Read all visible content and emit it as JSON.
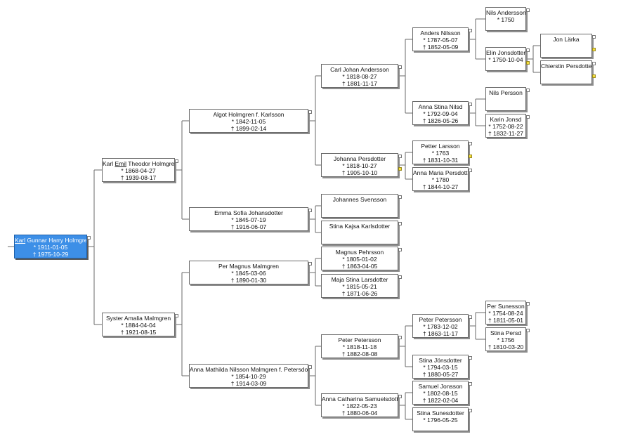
{
  "persons": [
    {
      "id": "p0",
      "pre": "",
      "u": "Karl",
      "post": " Gunnar Harry Holmgren",
      "birth": "* 1911-01-05",
      "death": "† 1975-10-29",
      "selected": true
    },
    {
      "id": "p1",
      "pre": "Karl ",
      "u": "Emil",
      "post": " Theodor Holmgren",
      "birth": "* 1868-04-27",
      "death": "† 1939-08-17"
    },
    {
      "id": "p2",
      "name": "Syster Amalia Malmgren",
      "birth": "* 1884-04-04",
      "death": "† 1921-08-15"
    },
    {
      "id": "p3",
      "name": "Algot Holmgren f. Karlsson",
      "birth": "* 1842-11-05",
      "death": "† 1899-02-14"
    },
    {
      "id": "p4",
      "name": "Emma Sofia Johansdotter",
      "birth": "* 1845-07-19",
      "death": "† 1916-06-07"
    },
    {
      "id": "p5",
      "name": "Per Magnus Malmgren",
      "birth": "* 1845-03-06",
      "death": "† 1890-01-30"
    },
    {
      "id": "p6",
      "name": "Anna Mathilda Nilsson Malmgren f. Petersdotter",
      "birth": "* 1854-10-29",
      "death": "† 1914-03-09"
    },
    {
      "id": "p7",
      "name": "Carl Johan Andersson",
      "birth": "* 1818-08-27",
      "death": "† 1881-11-17"
    },
    {
      "id": "p8",
      "name": "Johanna Persdotter",
      "birth": "* 1818-10-27",
      "death": "† 1905-10-10"
    },
    {
      "id": "p9",
      "name": "Johannes Svensson",
      "birth": "",
      "death": ""
    },
    {
      "id": "p10",
      "name": "Stina Kajsa Karlsdotter",
      "birth": "",
      "death": ""
    },
    {
      "id": "p11",
      "name": "Magnus Pehrsson",
      "birth": "* 1805-01-02",
      "death": "† 1863-04-05"
    },
    {
      "id": "p12",
      "name": "Maja Stina Larsdotter",
      "birth": "* 1815-05-21",
      "death": "† 1871-06-26"
    },
    {
      "id": "p13",
      "name": "Peter Petersson",
      "birth": "* 1818-11-18",
      "death": "† 1882-08-08"
    },
    {
      "id": "p14",
      "name": "Anna Catharina Samuelsdotter",
      "birth": "* 1822-05-23",
      "death": "† 1880-06-04"
    },
    {
      "id": "p15",
      "name": "Anders Nilsson",
      "birth": "* 1787-05-07",
      "death": "† 1852-05-09"
    },
    {
      "id": "p16",
      "name": "Anna Stina Nilsd",
      "birth": "* 1792-09-04",
      "death": "† 1826-05-26"
    },
    {
      "id": "p17",
      "name": "Petter Larsson",
      "birth": "* 1763",
      "death": "† 1831-10-31"
    },
    {
      "id": "p18",
      "name": "Anna Maria Persdotter",
      "birth": "* 1780",
      "death": "† 1844-10-27"
    },
    {
      "id": "p23",
      "name": "Peter Petersson",
      "birth": "* 1783-12-02",
      "death": "† 1863-11-17"
    },
    {
      "id": "p24",
      "name": "Stina Jönsdotter",
      "birth": "* 1794-03-15",
      "death": "† 1880-05-27"
    },
    {
      "id": "p27",
      "name": "Samuel Jonsson",
      "birth": "* 1802-08-15",
      "death": "† 1822-02-04"
    },
    {
      "id": "p28",
      "name": "Stina Sunesdotter",
      "birth": "* 1796-05-25",
      "death": ""
    },
    {
      "id": "p31",
      "name": "Nils Andersson",
      "birth": "* 1750",
      "death": ""
    },
    {
      "id": "p32",
      "name": "Elin Jonsdotter",
      "birth": "* 1750-10-04",
      "death": ""
    },
    {
      "id": "p33",
      "name": "Nils Persson",
      "birth": "",
      "death": ""
    },
    {
      "id": "p34",
      "name": "Karin Jonsd",
      "birth": "* 1752-08-22",
      "death": "† 1832-11-27"
    },
    {
      "id": "p47",
      "name": "Per Sunesson",
      "birth": "* 1754-08-24",
      "death": "† 1811-05-01"
    },
    {
      "id": "p48",
      "name": "Stina Persd",
      "birth": "* 1756",
      "death": "† 1810-03-20"
    },
    {
      "id": "p65",
      "name": "Jon Lärka",
      "birth": "",
      "death": ""
    },
    {
      "id": "p66",
      "name": "Chierstin Persdotter",
      "birth": "",
      "death": ""
    }
  ]
}
